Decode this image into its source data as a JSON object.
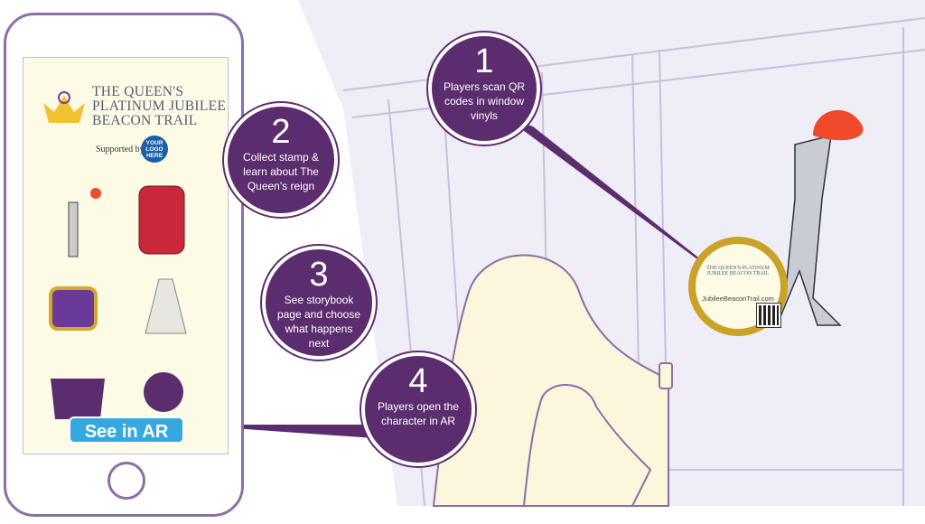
{
  "phone": {
    "title_lines": [
      "THE QUEEN'S",
      "PLATINUM JUBILEE",
      "BEACON TRAIL"
    ],
    "supported_by": "Supported by",
    "logo_text": "YOUR LOGO HERE",
    "ar_button": "See in AR"
  },
  "callouts": [
    {
      "number": "1",
      "text": "Players scan QR codes in window vinyls"
    },
    {
      "number": "2",
      "text": "Collect stamp & learn about The Queen's reign"
    },
    {
      "number": "3",
      "text": "See storybook page and choose what happens next"
    },
    {
      "number": "4",
      "text": "Players open the character in AR"
    }
  ],
  "vinyl": {
    "title": "THE QUEEN'S PLATINUM JUBILEE BEACON TRAIL",
    "url": "JubileeBeaconTrail.com"
  },
  "colors": {
    "purple": "#5c2d6e",
    "ar_blue": "#35a9df",
    "screen": "#fdfbe6"
  }
}
